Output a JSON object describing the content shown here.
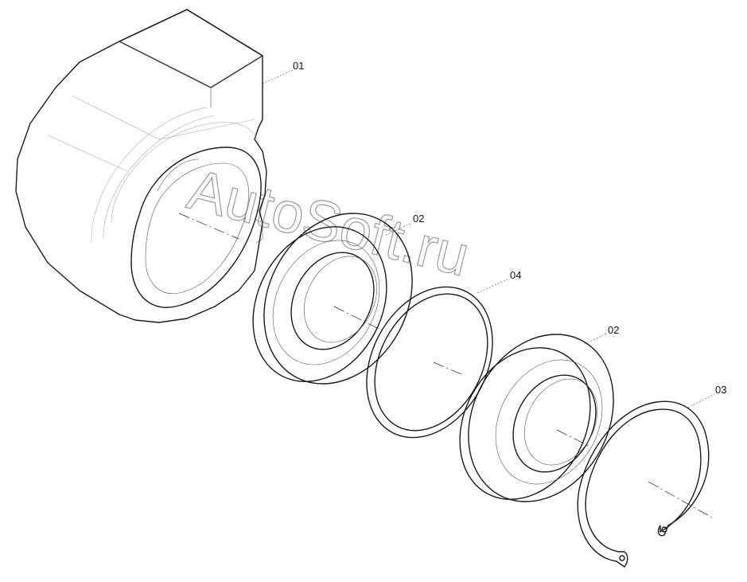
{
  "callouts": {
    "housing": "01",
    "bearing_upper": "02",
    "spacer_ring": "04",
    "bearing_lower": "02",
    "retaining_ring": "03"
  },
  "watermark": "AutoSoft.ru",
  "colors": {
    "line": "#1a1a1a",
    "background": "#ffffff",
    "watermark": "#9a9a9a"
  }
}
